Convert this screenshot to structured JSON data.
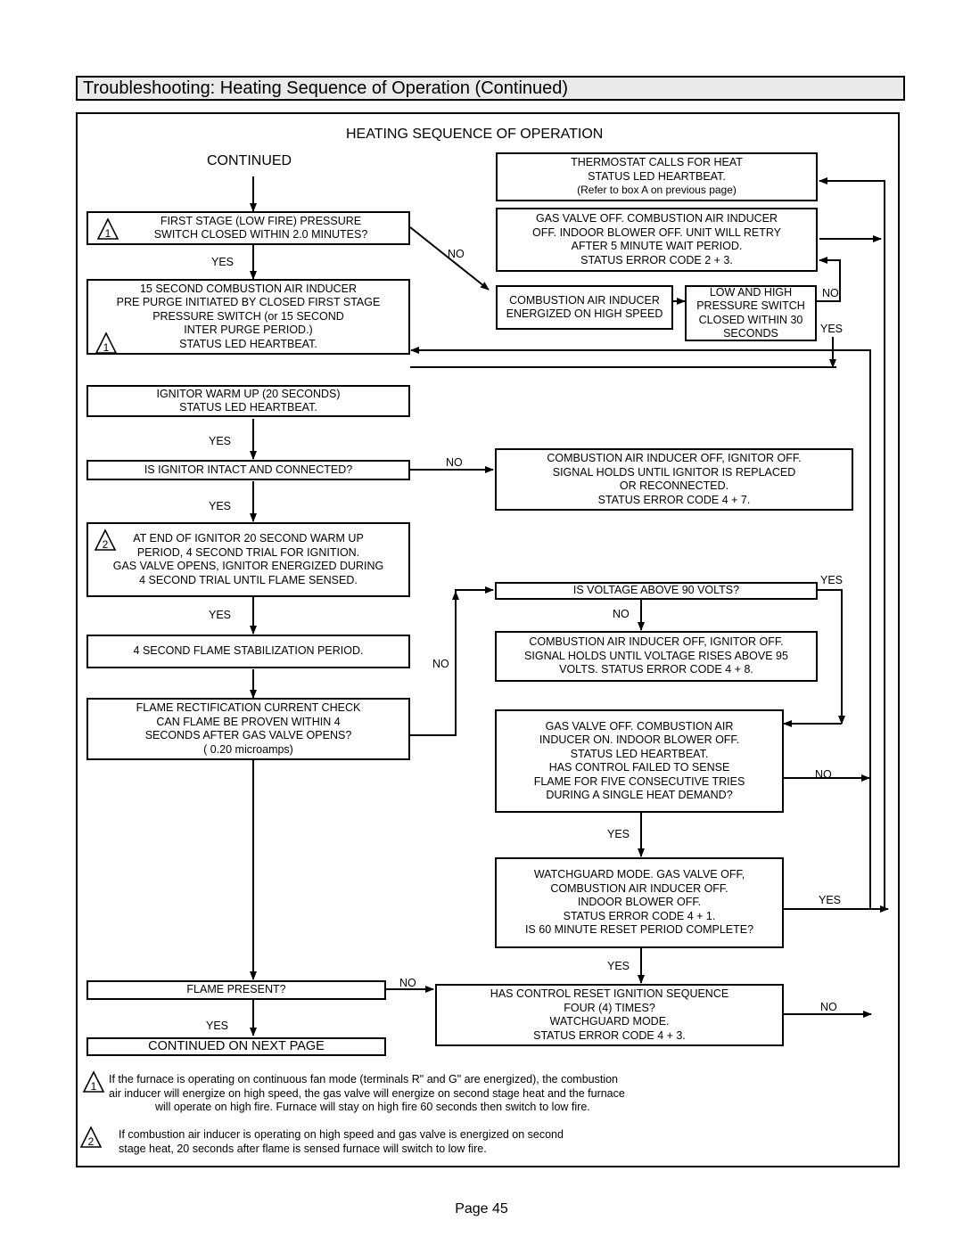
{
  "title": "Troubleshooting: Heating Sequence of Operation (Continued)",
  "diagram": {
    "heading": "HEATING SEQUENCE OF OPERATION",
    "continued": "CONTINUED",
    "continued_next": "CONTINUED ON NEXT PAGE",
    "labels": {
      "yes": "YES",
      "no": "NO"
    },
    "warning_symbols": {
      "one": "1",
      "two": "2"
    },
    "boxes": {
      "thermostat": [
        "THERMOSTAT CALLS FOR HEAT",
        "STATUS LED    HEARTBEAT.",
        "(Refer to box A on previous page)"
      ],
      "gas_valve_off_retry": [
        "GAS VALVE OFF. COMBUSTION AIR INDUCER",
        "OFF. INDOOR BLOWER OFF. UNIT WILL RETRY",
        "AFTER 5 MINUTE WAIT PERIOD.",
        "STATUS ERROR CODE 2 + 3."
      ],
      "first_stage_switch": [
        "FIRST STAGE (LOW FIRE) PRESSURE",
        "SWITCH CLOSED WITHIN 2.0 MINUTES?"
      ],
      "cai_high_speed": [
        "COMBUSTION  AIR  INDUCER",
        "ENERGIZED ON HIGH SPEED"
      ],
      "low_high_switch": [
        "LOW AND HIGH",
        "PRESSURE SWITCH",
        "CLOSED WITHIN 30",
        "SECONDS"
      ],
      "prepurge": [
        "15 SECOND COMBUSTION AIR INDUCER",
        "PRE PURGE INITIATED BY CLOSED FIRST STAGE",
        "PRESSURE SWITCH (or 15 SECOND",
        "INTER PURGE PERIOD.)",
        "STATUS LED    HEARTBEAT."
      ],
      "ignitor_warmup": [
        "IGNITOR WARM UP (20 SECONDS)",
        "STATUS LED    HEARTBEAT."
      ],
      "ignitor_intact": [
        "IS IGNITOR INTACT AND CONNECTED?"
      ],
      "ignitor_off": [
        "COMBUSTION AIR INDUCER OFF, IGNITOR OFF.",
        "SIGNAL HOLDS UNTIL IGNITOR IS REPLACED",
        "OR RECONNECTED.",
        "STATUS ERROR CODE 4 + 7."
      ],
      "trial_ignition": [
        "AT END OF IGNITOR 20 SECOND WARM UP",
        "PERIOD, 4 SECOND TRIAL FOR IGNITION.",
        "GAS VALVE OPENS, IGNITOR ENERGIZED DURING",
        "4 SECOND TRIAL UNTIL FLAME SENSED."
      ],
      "voltage_check": [
        "IS VOLTAGE ABOVE 90 VOLTS?"
      ],
      "flame_stabilization": [
        "4 SECOND FLAME STABILIZATION PERIOD."
      ],
      "voltage_hold": [
        "COMBUSTION AIR INDUCER OFF, IGNITOR OFF.",
        "SIGNAL HOLDS UNTIL VOLTAGE RISES ABOVE 95",
        "VOLTS. STATUS ERROR CODE 4 + 8."
      ],
      "flame_rectification": [
        "FLAME RECTIFICATION CURRENT CHECK",
        "CAN FLAME BE PROVEN WITHIN 4",
        "SECONDS AFTER GAS VALVE OPENS?",
        "(    0.20 microamps)"
      ],
      "five_tries": [
        "GAS VALVE OFF. COMBUSTION AIR",
        "INDUCER ON. INDOOR BLOWER OFF.",
        "STATUS LED    HEARTBEAT.",
        "HAS CONTROL FAILED TO SENSE",
        "FLAME FOR FIVE CONSECUTIVE TRIES",
        "DURING A SINGLE HEAT DEMAND?"
      ],
      "watchguard": [
        "WATCHGUARD MODE. GAS VALVE OFF,",
        "COMBUSTION AIR INDUCER OFF.",
        "INDOOR BLOWER OFF.",
        "STATUS ERROR CODE 4 + 1.",
        "IS 60 MINUTE RESET PERIOD COMPLETE?"
      ],
      "flame_present": [
        "FLAME PRESENT?"
      ],
      "reset_four_times": [
        "HAS CONTROL RESET IGNITION SEQUENCE",
        "FOUR (4) TIMES?",
        "WATCHGUARD MODE.",
        "STATUS ERROR CODE 4 + 3."
      ]
    }
  },
  "notes": [
    [
      "If the furnace is operating on continuous fan mode (terminals  R\" and  G\" are energized), the combustion",
      "air inducer will energize on high speed, the gas valve will energize on second stage heat and the furnace",
      "will operate on high fire. Furnace will stay on high fire 60 seconds then switch to low fire."
    ],
    [
      "If combustion air inducer is operating on high speed and gas valve is energized on second",
      "stage heat, 20 seconds after flame is sensed furnace will switch to low fire."
    ]
  ],
  "page_label": "Page 45"
}
